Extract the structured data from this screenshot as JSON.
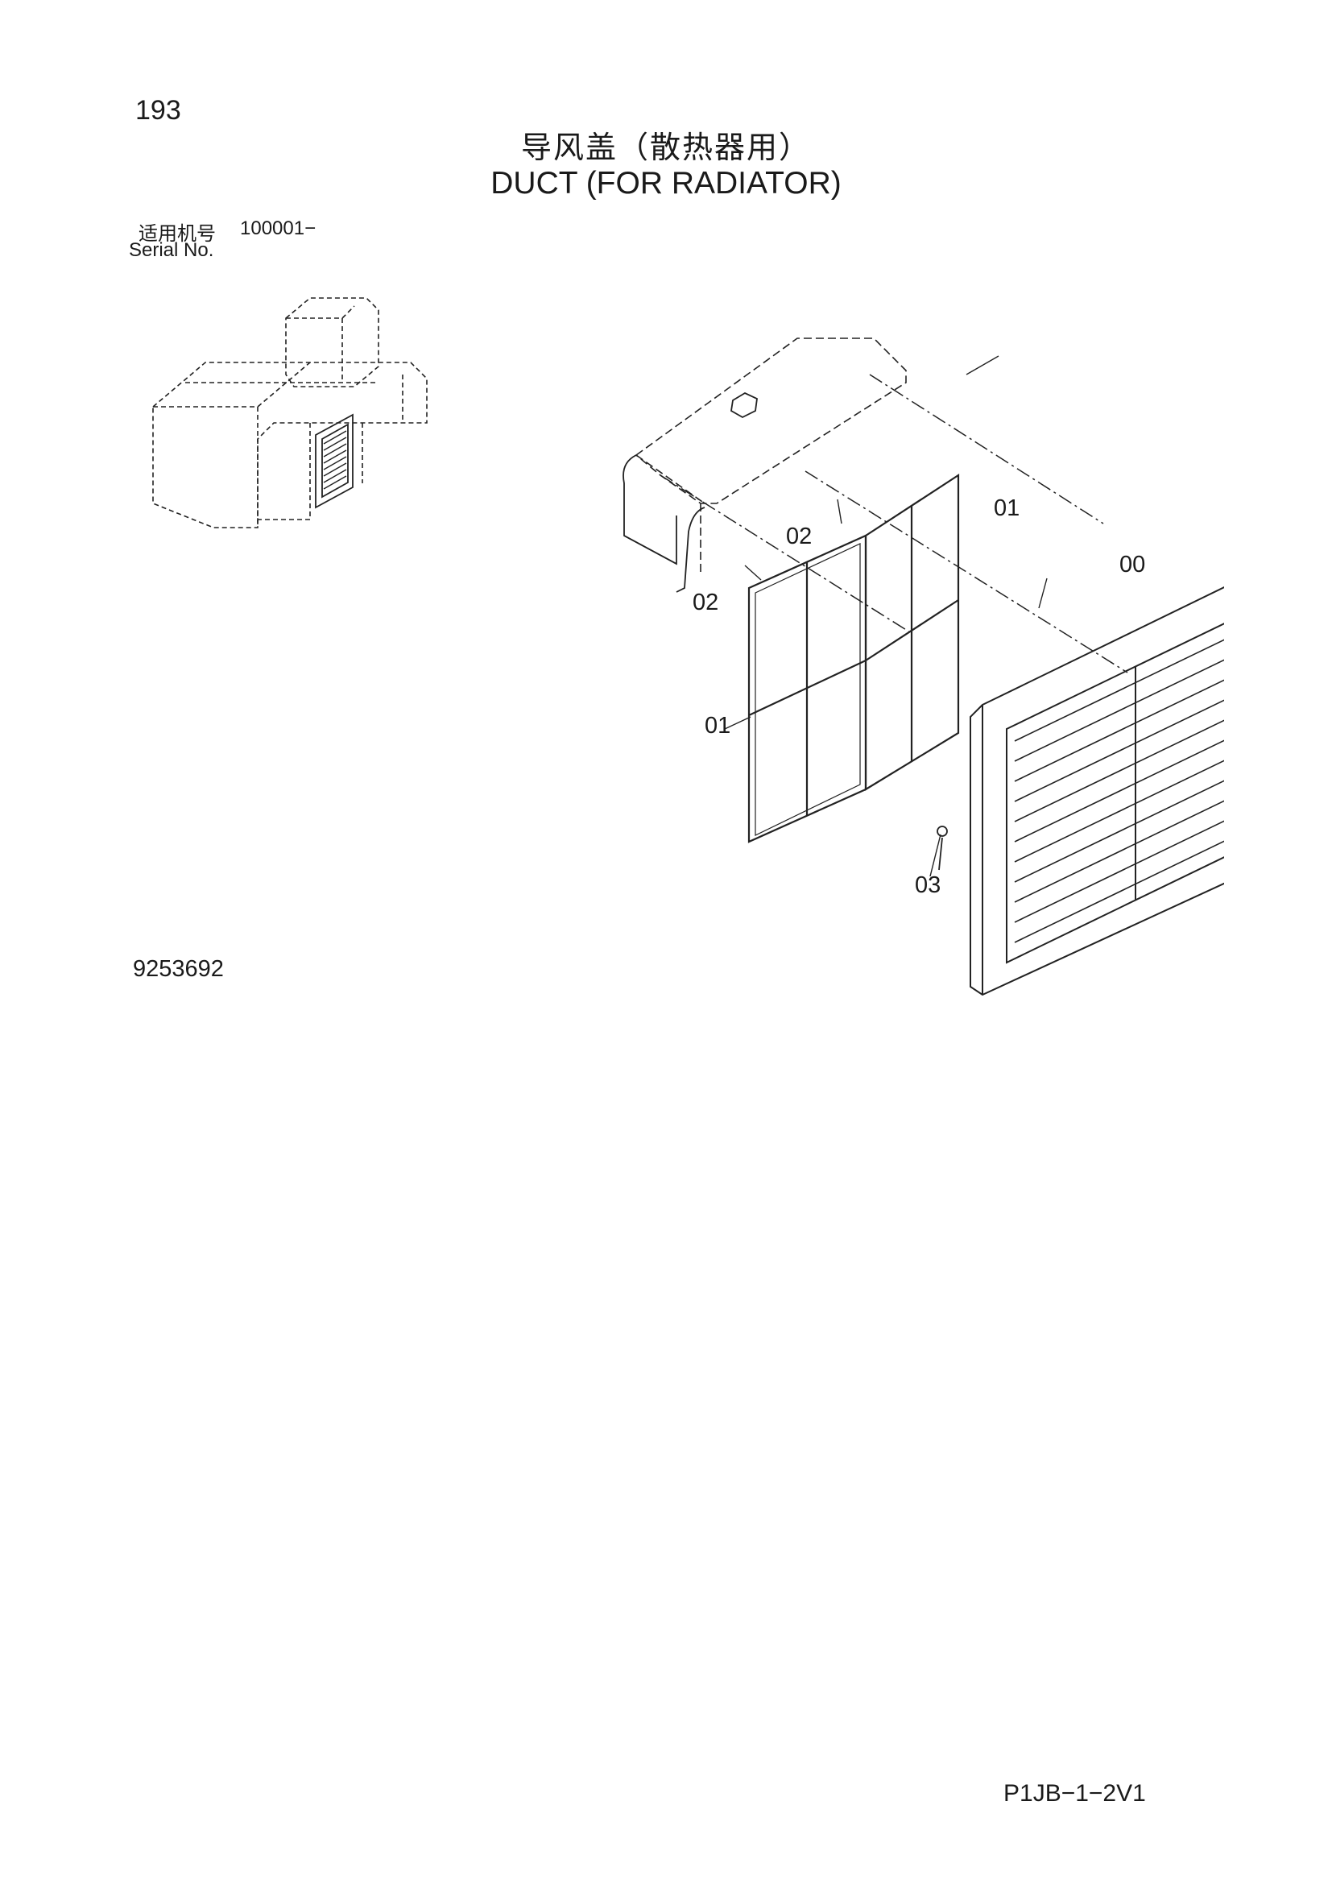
{
  "page_number": "193",
  "title_cn": "导风盖（散热器用）",
  "title_en": "DUCT (FOR RADIATOR)",
  "serial_label_cn": "适用机号",
  "serial_value": "100001−",
  "serial_label_en": "Serial No.",
  "drawing_number": "9253692",
  "page_code": "P1JB−1−2V1",
  "callouts": {
    "c01_top": "01",
    "c02_top": "02",
    "c00": "00",
    "c02_left": "02",
    "c01_left": "01",
    "c03": "03"
  }
}
